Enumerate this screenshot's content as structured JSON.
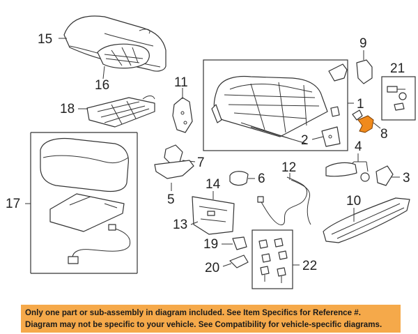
{
  "callouts": {
    "c1": "1",
    "c2": "2",
    "c3": "3",
    "c4": "4",
    "c5": "5",
    "c6": "6",
    "c7": "7",
    "c8": "8",
    "c9": "9",
    "c10": "10",
    "c11": "11",
    "c12": "12",
    "c13": "13",
    "c14": "14",
    "c15": "15",
    "c16": "16",
    "c17": "17",
    "c18": "18",
    "c19": "19",
    "c20": "20",
    "c21": "21",
    "c22": "22"
  },
  "highlight_color": "#f08a1c",
  "notice": {
    "line1": "Only one part or sub-assembly in diagram included. See Item Specifics for Reference #.",
    "line2": "Diagram may not be specific to your vehicle. See Compatibility for vehicle-specific diagrams.",
    "background": "#f5a94a"
  }
}
